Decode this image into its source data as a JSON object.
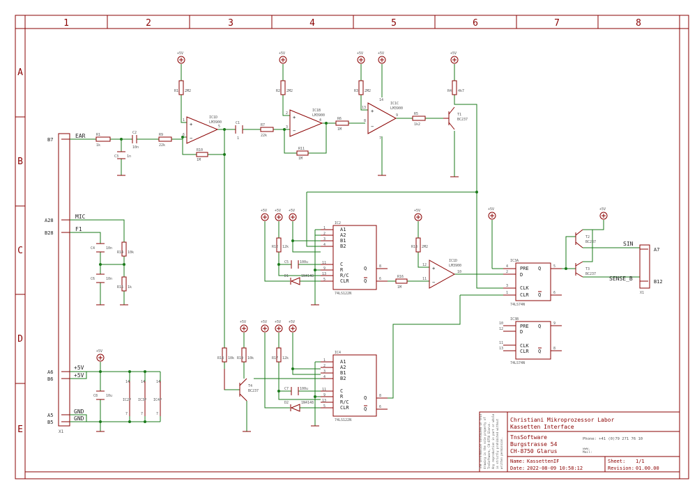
{
  "frame": {
    "columns": [
      "1",
      "2",
      "3",
      "4",
      "5",
      "6",
      "7",
      "8"
    ],
    "rows": [
      "A",
      "B",
      "C",
      "D",
      "E"
    ]
  },
  "title_block": {
    "disclaimer": [
      "The information contained in this",
      "drawing is the sole property of",
      "TnsSoftware, CH-8750 Glarus.",
      "Any reproduction in part or whole",
      "is strictly prohibited without",
      "written permission."
    ],
    "title1": "Christiani Mikroprozessor Labor",
    "title2": "Kassetten Interface",
    "company": "TnsSoftware",
    "street": "Burgstrasse 54",
    "city": "CH-8750 Glarus",
    "phone": "Phone: +41 (0)79 271 76 10",
    "web": "www.",
    "mail": "Mail:",
    "name_label": "Name:",
    "name_value": "KassettenIF",
    "date_label": "Date:",
    "date_value": "2022-08-09 10:58:12",
    "sheet_label": "Sheet:",
    "sheet_value": "1/1",
    "revision_label": "Revision:",
    "revision_value": "01.00.00"
  },
  "nets": {
    "ear": "EAR",
    "mic": "MIC",
    "f1": "F1",
    "p5v_a": "+5V",
    "p5v_b": "+5V",
    "gnd_a": "GND",
    "gnd_b": "GND",
    "sin": "SIN",
    "sense_b": "SENSE_B",
    "plus5v": "+5V"
  },
  "connector_x1": {
    "ref": "X1",
    "pins": [
      "B7",
      "A28",
      "B28",
      "A6",
      "B6",
      "A5",
      "B5"
    ]
  },
  "connector_x2": {
    "ref": "X1",
    "pins": [
      "A7",
      "B12"
    ]
  },
  "components": {
    "ic1a": {
      "ref": "IC1D",
      "part": "LM3900",
      "pin_in_plus": "1",
      "pin_in_minus": "6",
      "pin_out": "5"
    },
    "ic1b": {
      "ref": "IC1B",
      "part": "LM3900",
      "pin_plus": "2",
      "pin_minus": "3",
      "pin_out": "4"
    },
    "ic1c": {
      "ref": "IC1C",
      "part": "LM3900",
      "pin_plus": "13",
      "pin_minus": "8",
      "pin_out": "9",
      "pin_vcc": "14",
      "pin_gnd": "7"
    },
    "ic1d": {
      "ref": "IC1D",
      "part": "LM3900",
      "pin_plus": "12",
      "pin_minus": "11",
      "pin_out": "10"
    },
    "ic2": {
      "ref": "IC2",
      "part": "74LS122N",
      "pins_left": [
        "A1",
        "A2",
        "B1",
        "B2",
        "C",
        "R",
        "R/C",
        "CLR"
      ],
      "nums_left": [
        "1",
        "2",
        "3",
        "4",
        "11",
        "9",
        "13",
        "5"
      ],
      "pin_q": "Q",
      "pin_qn": "Q",
      "num_q": "8",
      "num_qn": "6"
    },
    "ic4": {
      "ref": "IC4",
      "part": "74LS122N",
      "pins_left": [
        "A1",
        "A2",
        "B1",
        "B2",
        "C",
        "R",
        "R/C",
        "CLR"
      ],
      "nums_left": [
        "1",
        "2",
        "3",
        "4",
        "11",
        "9",
        "13",
        "5"
      ],
      "pin_q": "Q",
      "pin_qn": "Q",
      "num_q": "8",
      "num_qn": "6"
    },
    "ic3a": {
      "ref": "IC3A",
      "part": "74LS74N",
      "pins_left": [
        "PRE",
        "D",
        "CLK",
        "CLR"
      ],
      "nums_left": [
        "4",
        "2",
        "3",
        "1"
      ],
      "num_q": "5",
      "num_qn": "6",
      "pin_q": "Q",
      "pin_qn": "Q"
    },
    "ic3b": {
      "ref": "IC3B",
      "part": "74LS74N",
      "pins_left": [
        "PRE",
        "D",
        "CLK",
        "CLR"
      ],
      "nums_left": [
        "10",
        "12",
        "11",
        "13"
      ],
      "num_q": "9",
      "num_qn": "8",
      "pin_q": "Q",
      "pin_qn": "Q"
    },
    "transistors": [
      {
        "ref": "T1",
        "part": "BC237"
      },
      {
        "ref": "T2",
        "part": "BC237"
      },
      {
        "ref": "T3",
        "part": "BC237"
      },
      {
        "ref": "T4",
        "part": "BC237"
      }
    ],
    "resistors": [
      {
        "ref": "R1",
        "val": "1k"
      },
      {
        "ref": "R9",
        "val": "22k"
      },
      {
        "ref": "R1",
        "val": "2M2"
      },
      {
        "ref": "R10",
        "val": "1M"
      },
      {
        "ref": "R7",
        "val": "22k"
      },
      {
        "ref": "R2",
        "val": "2M2"
      },
      {
        "ref": "R11",
        "val": "1M"
      },
      {
        "ref": "R6",
        "val": "1M"
      },
      {
        "ref": "R3",
        "val": "2M2"
      },
      {
        "ref": "R5",
        "val": "1k2"
      },
      {
        "ref": "R4",
        "val": "4k7"
      },
      {
        "ref": "R12",
        "val": "12k"
      },
      {
        "ref": "R16",
        "val": "1M"
      },
      {
        "ref": "R13",
        "val": "2M2"
      },
      {
        "ref": "R14",
        "val": "10k"
      },
      {
        "ref": "R15",
        "val": "1k"
      },
      {
        "ref": "R18",
        "val": "10k"
      },
      {
        "ref": "R19",
        "val": "10k"
      },
      {
        "ref": "R17",
        "val": "12k"
      }
    ],
    "capacitors": [
      {
        "ref": "C2",
        "val": "10n"
      },
      {
        "ref": "C3",
        "val": "1n"
      },
      {
        "ref": "C1",
        "val": "1"
      },
      {
        "ref": "C4",
        "val": "10n"
      },
      {
        "ref": "C6",
        "val": "10n"
      },
      {
        "ref": "C5",
        "val": "100u"
      },
      {
        "ref": "C7",
        "val": "100u"
      },
      {
        "ref": "C8",
        "val": "10u"
      }
    ],
    "diodes": [
      {
        "ref": "D1",
        "part": "1N4148"
      },
      {
        "ref": "D2",
        "part": "1N4148"
      }
    ],
    "power_pins": {
      "left": [
        "14",
        "14",
        "14"
      ],
      "bottom": [
        "7",
        "7",
        "7"
      ],
      "refs": [
        "IC2P",
        "IC3P",
        "IC4P"
      ]
    }
  }
}
